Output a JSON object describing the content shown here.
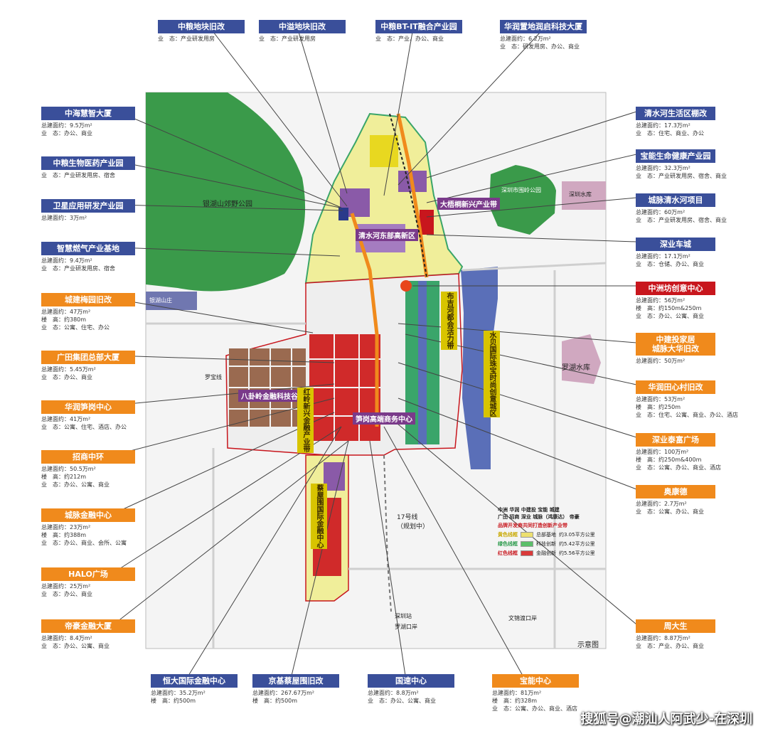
{
  "map": {
    "note": "示意图",
    "places": {
      "park_yinhu": "银湖山郊野公园",
      "yinhu_shanzhuang": "银湖山庄",
      "weiling_park": "深圳市围岭公园",
      "shenzhen_reservoir": "深圳水库",
      "luohu_reservoir": "罗湖水库",
      "luobao": "罗宝线",
      "line17": "17号线\n（规划中）",
      "shenzhen_station": "深圳站",
      "luohu_port": "罗湖口岸",
      "wenjindu_port": "文锦渡口岸"
    },
    "zones": {
      "qingshui_new": "清水河东部高新区",
      "dameishan": "大梧桐新兴产业带",
      "bagualing": "八卦岭金融科技谷",
      "sungang": "笋岗高端商务中心",
      "honglingxin": "红岭新兴金融产业带",
      "caiwuwei": "蔡屋围国际金融中心",
      "buji": "布吉河都会活力带",
      "shuibei": "水贝国际珠宝时尚创意城区"
    },
    "legend": {
      "brands_1": "中洲  华润  中建投  宝能  城建",
      "brands_2": "广田  招商  深业  城脉（鸿康达）  帝豪",
      "slogan": "品牌开发商共同打造创新产业带",
      "rows": [
        {
          "tag": "黄色线框",
          "name": "总部基地",
          "area": "约3.05平方公里",
          "color": "#ede070"
        },
        {
          "tag": "绿色线框",
          "name": "科技创新",
          "area": "约5.42平方公里",
          "color": "#5cbf6a"
        },
        {
          "tag": "红色线框",
          "name": "金融创新",
          "area": "约5.56平方公里",
          "color": "#d93a3a"
        }
      ]
    }
  },
  "callouts": {
    "c1": {
      "title": "中粮地块旧改",
      "lines": [
        "业　态：产业研发用房"
      ]
    },
    "c2": {
      "title": "中溢地块旧改",
      "lines": [
        "业　态：产业研发用房"
      ]
    },
    "c3": {
      "title": "中粮BT-IT融合产业园",
      "lines": [
        "业　态：产业、办公、商业"
      ]
    },
    "c4": {
      "title": "华润置地润启科技大厦",
      "lines": [
        "总建面约：6.2万m²",
        "业　态：研发用房、办公、商业"
      ]
    },
    "l1": {
      "title": "中海慧智大厦",
      "lines": [
        "总建面约：9.5万m²",
        "业　态：办公、商业"
      ]
    },
    "l2": {
      "title": "中粮生物医药产业园",
      "lines": [
        "业　态：产业研发用房、宿舍"
      ]
    },
    "l3": {
      "title": "卫星应用研发产业园",
      "lines": [
        "总建面约：3万m²"
      ]
    },
    "l4": {
      "title": "智慧燃气产业基地",
      "lines": [
        "总建面约：9.4万m²",
        "业　态：产业研发用房、宿舍"
      ]
    },
    "l5": {
      "title": "城建梅园旧改",
      "lines": [
        "总建面约：47万m²",
        "楼　高：约380m",
        "业　态：公寓、住宅、办公"
      ]
    },
    "l6": {
      "title": "广田集团总部大厦",
      "lines": [
        "总建面约：5.45万m²",
        "业　态：办公、商业"
      ]
    },
    "l7": {
      "title": "华润笋岗中心",
      "lines": [
        "总建面约：41万m²",
        "业　态：公寓、住宅、酒店、办公"
      ]
    },
    "l8": {
      "title": "招商中环",
      "lines": [
        "总建面约：50.5万m²",
        "楼　高：约212m",
        "业　态：办公、公寓、商业"
      ]
    },
    "l9": {
      "title": "城脉金融中心",
      "lines": [
        "总建面约：23万m²",
        "楼　高：约388m",
        "业　态：办公、商业、会所、公寓"
      ]
    },
    "l10": {
      "title": "HALO广场",
      "lines": [
        "总建面约：25万m²",
        "业　态：办公、商业"
      ]
    },
    "l11": {
      "title": "帝豪金融大厦",
      "lines": [
        "总建面约：8.4万m²",
        "业　态：办公、公寓、商业"
      ]
    },
    "r1": {
      "title": "清水河生活区棚改",
      "lines": [
        "总建面约：17.3万m²",
        "业　态：住宅、商业、办公"
      ]
    },
    "r2": {
      "title": "宝能生命健康产业园",
      "lines": [
        "总建面约：32.3万m²",
        "业　态：产业研发用房、宿舍、商业"
      ]
    },
    "r3": {
      "title": "城脉清水河项目",
      "lines": [
        "总建面约：60万m²",
        "业　态：产业研发用房、宿舍、商业"
      ]
    },
    "r4": {
      "title": "深业车城",
      "lines": [
        "总建面约：17.1万m²",
        "业　态：仓储、办公、商业"
      ]
    },
    "r5": {
      "title": "中洲坊创意中心",
      "lines": [
        "总建面约：56万m²",
        "楼　高：约150m&250m",
        "业　态：办公、公寓、商业"
      ]
    },
    "r6": {
      "title": "中建投家居\n城脉大华旧改",
      "lines": [
        "总建面约：50万m²"
      ]
    },
    "r7": {
      "title": "华润田心村旧改",
      "lines": [
        "总建面约：53万m²",
        "楼　高：约250m",
        "业　态：住宅、公寓、商业、办公、酒店"
      ]
    },
    "r8": {
      "title": "深业泰富广场",
      "lines": [
        "总建面约：100万m²",
        "楼　高：约250m&400m",
        "业　态：公寓、办公、商业、酒店"
      ]
    },
    "r9": {
      "title": "奥康德",
      "lines": [
        "总建面约：2.7万m²",
        "业　态：公寓、办公、商业"
      ]
    },
    "r10": {
      "title": "周大生",
      "lines": [
        "总建面约：8.87万m²",
        "业　态：产业、办公、商业"
      ]
    },
    "b1": {
      "title": "恒大国际金融中心",
      "lines": [
        "总建面约：35.2万m²",
        "楼　高：约500m"
      ]
    },
    "b2": {
      "title": "京基蔡屋围旧改",
      "lines": [
        "总建面约：267.67万m²",
        "楼　高：约500m"
      ]
    },
    "b3": {
      "title": "国速中心",
      "lines": [
        "总建面约：8.8万m²",
        "业　态：办公、公寓、商业"
      ]
    },
    "b4": {
      "title": "宝能中心",
      "lines": [
        "总建面约：81万m²",
        "楼　高：约328m",
        "业　态：公寓、办公、商业、酒店"
      ]
    }
  },
  "watermark": "搜狐号@潮汕人阿武少-在深圳",
  "colors": {
    "blue": "#3a4f9a",
    "orange": "#f08a1c",
    "red": "#c8161d"
  }
}
